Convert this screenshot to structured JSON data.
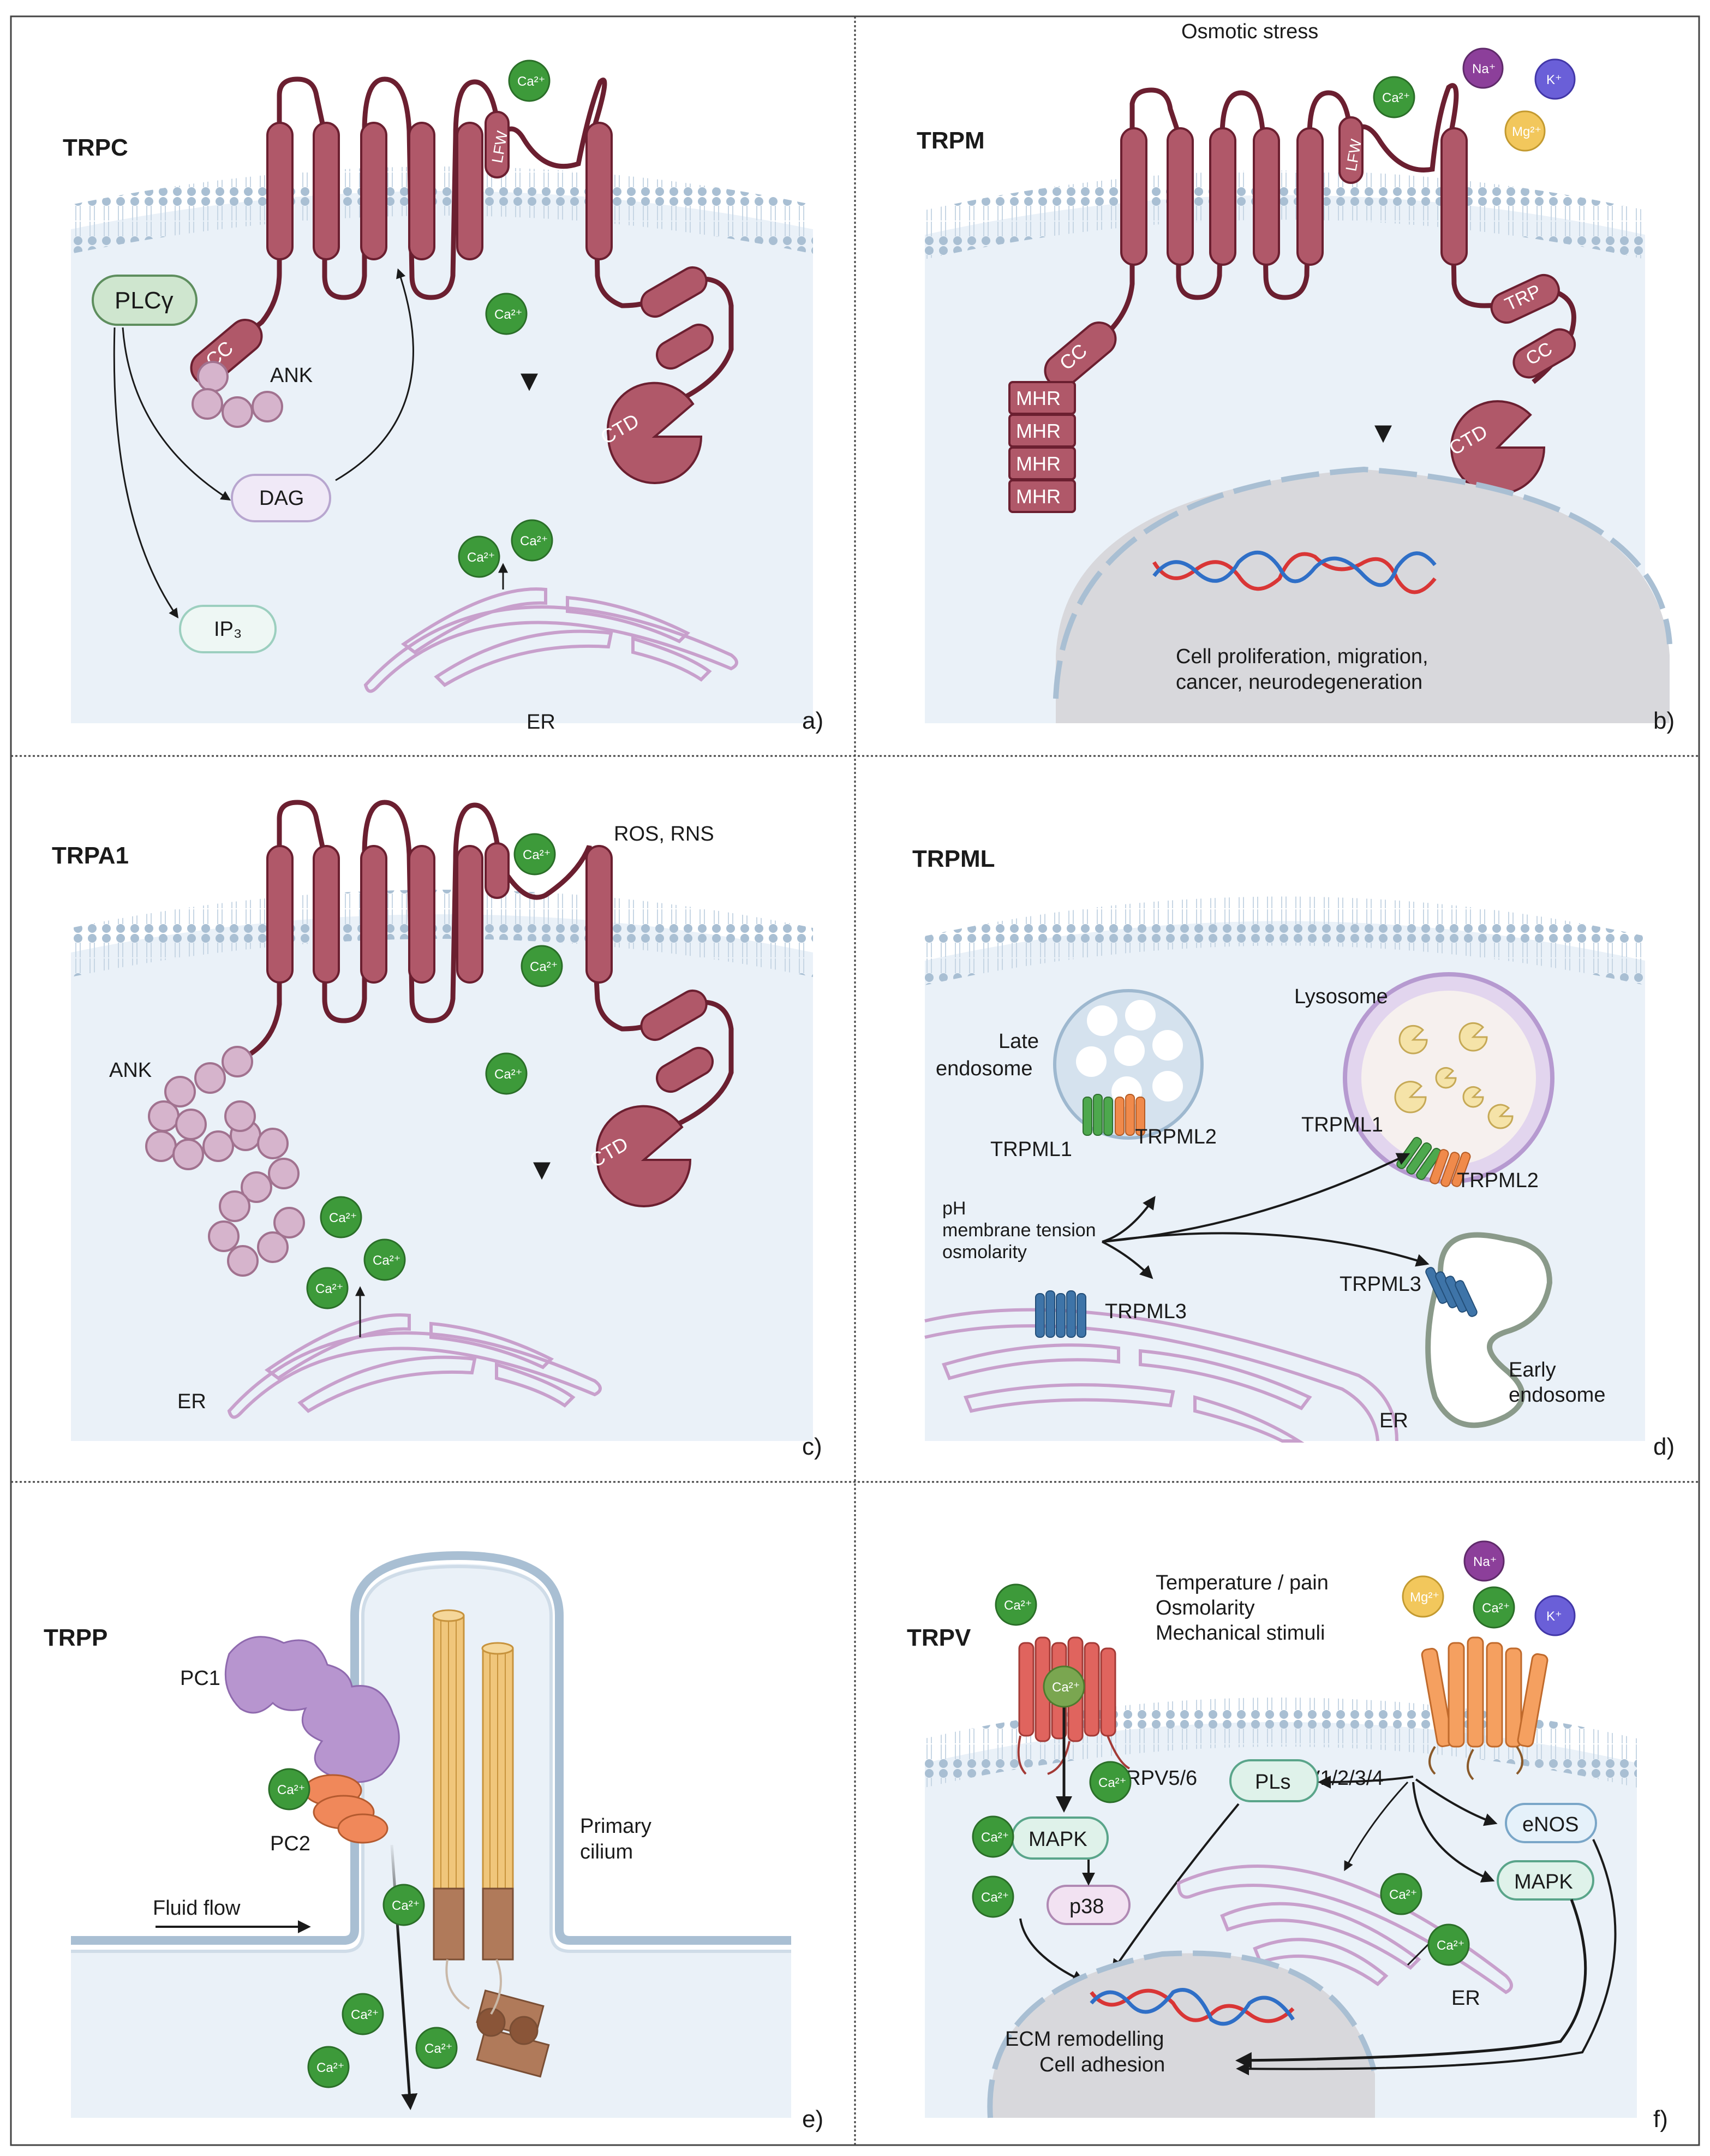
{
  "colors": {
    "helix": "#b05869",
    "helix_dark": "#7a2e3e",
    "loop": "#6b1f30",
    "calcium": "#3d9a3a",
    "cytosol": "#eaf1f8",
    "membrane": "#a9bfd3",
    "er": "#c8a0cc",
    "ank": "#d6b4cc",
    "sodium": "#8c3f9a",
    "potassium": "#6a5fd8",
    "magnesium": "#f2c75c"
  },
  "ion_labels": {
    "ca": "Ca²⁺",
    "na": "Na⁺",
    "k": "K⁺",
    "mg": "Mg²⁺"
  },
  "panels": {
    "a": {
      "title": "TRPC",
      "letter": "a)",
      "labels": {
        "plc": "PLCγ",
        "ank": "ANK",
        "dag": "DAG",
        "ip3": "IP₃",
        "er": "ER",
        "cc": "CC",
        "ctd": "CTD",
        "lfw": "LFW"
      }
    },
    "b": {
      "title": "TRPM",
      "letter": "b)",
      "labels": {
        "stimulus": "Osmotic stress",
        "cc": "CC",
        "ctd": "CTD",
        "trp": "TRP",
        "lfw": "LFW",
        "mhr": "MHR",
        "outcome_1": "Cell proliferation, migration,",
        "outcome_2": "cancer, neurodegeneration"
      }
    },
    "c": {
      "title": "TRPA1",
      "letter": "c)",
      "labels": {
        "stimulus": "ROS, RNS",
        "ank": "ANK",
        "ctd": "CTD",
        "er": "ER"
      }
    },
    "d": {
      "title": "TRPML",
      "letter": "d)",
      "labels": {
        "late_1": "Late",
        "late_2": "endosome",
        "lysosome": "Lysosome",
        "trpml1_a": "TRPML1",
        "trpml2_a": "TRPML2",
        "trpml1_b": "TRPML1",
        "trpml2_b": "TRPML2",
        "stim_1": "pH",
        "stim_2": "membrane tension",
        "stim_3": "osmolarity",
        "trpml3_a": "TRPML3",
        "trpml3_b": "TRPML3",
        "early_1": "Early",
        "early_2": "endosome",
        "er": "ER"
      }
    },
    "e": {
      "title": "TRPP",
      "letter": "e)",
      "labels": {
        "pc1": "PC1",
        "pc2": "PC2",
        "fluid": "Fluid flow",
        "cilium_1": "Primary",
        "cilium_2": "cilium"
      }
    },
    "f": {
      "title": "TRPV",
      "letter": "f)",
      "labels": {
        "stim_1": "Temperature / pain",
        "stim_2": "Osmolarity",
        "stim_3": "Mechanical stimuli",
        "trpv56": "TRPV5/6",
        "trpv1234": "TRPV1/2/3/4",
        "pls": "PLs",
        "enos": "eNOS",
        "mapk_l": "MAPK",
        "p38": "p38",
        "mapk_r": "MAPK",
        "er": "ER",
        "outcome_1": "ECM remodelling",
        "outcome_2": "Cell adhesion"
      }
    }
  }
}
